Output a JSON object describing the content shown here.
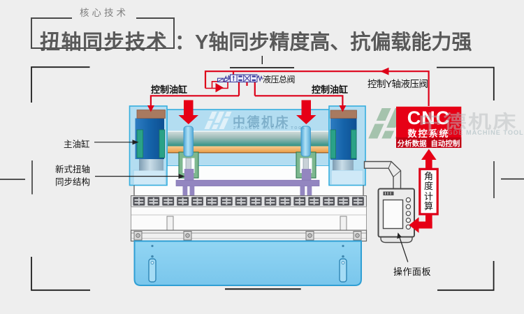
{
  "title": {
    "tag": "核心技术",
    "main": "扭轴同步技术",
    "sub": "：Y轴同步精度高、抗偏载能力强"
  },
  "labels": {
    "control_cylinder_left": "控制油缸",
    "control_cylinder_right": "控制油缸",
    "main_hydraulic_valve": "液压总阀",
    "y_axis_valve": "控制Y轴液压阀",
    "main_cylinder": "主油缸",
    "torsion_structure_line1": "新式扭轴",
    "torsion_structure_line2": "同步结构",
    "operation_panel": "操作面板",
    "angle_calc": "角度计算"
  },
  "cnc": {
    "title": "CNC",
    "subtitle": "数控系统",
    "strip": "分析数据  自动控制"
  },
  "watermark": {
    "brand_cn": "中德机床",
    "brand_en": "ZHONGDE MACHINE TOOL.",
    "beam_brand_cn": "中德机床",
    "beam_brand_en": "ZHONGDE MACHINE TOOL"
  },
  "colors": {
    "background": "#eeeeee",
    "title_text": "#595959",
    "accent_red": "#e60016",
    "accent_red_dark": "#c00013",
    "machine_light_blue": "#b3ddf1",
    "machine_border_cyan": "#35aede",
    "table_blue": "#85ceef",
    "cylinder_blue": "#1563a9",
    "cylinder_cap_brown": "#a87a60",
    "guide_green": "#2aa287",
    "torsion_purple": "#9386c0",
    "valve_blue": "#3b3b9e"
  }
}
